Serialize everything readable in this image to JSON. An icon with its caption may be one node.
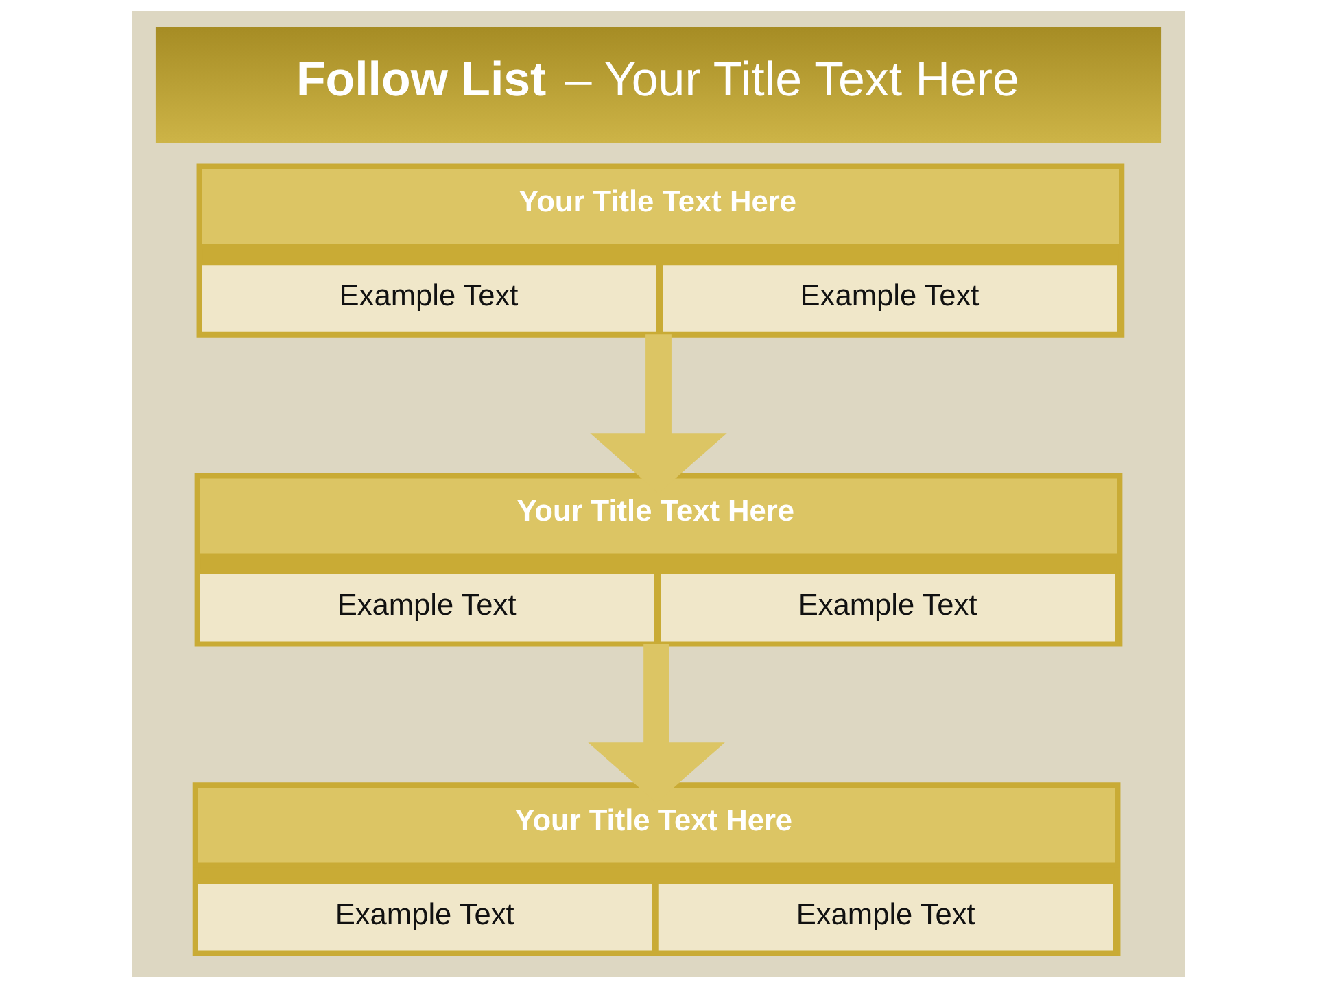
{
  "diagram": {
    "title": "**Follow List** – Your Title Text Here",
    "nodes": [
      {
        "text": [],
        "shape": "box"
      },
      {
        "text": [
          "Your Title Text Here"
        ],
        "in": 0
      },
      {
        "text": [
          "Example Text"
        ],
        "in": 0
      },
      {
        "text": [
          "Example Text"
        ],
        "in": 0
      },
      {
        "text": [],
        "shape": "box"
      },
      {
        "text": [
          "Your Title Text Here"
        ],
        "in": 4
      },
      {
        "text": [
          "Example Text"
        ],
        "in": 4
      },
      {
        "text": [
          "Example Text"
        ],
        "in": 4
      },
      {
        "text": [],
        "shape": "box"
      },
      {
        "text": [
          "Your Title Text Here"
        ],
        "in": 8
      },
      {
        "text": [
          "Example Text"
        ],
        "in": 8
      },
      {
        "text": [
          "Example Text"
        ],
        "in": 8
      }
    ],
    "edges": [
      {
        "from": 0,
        "to": 4,
        "arrow": "to"
      },
      {
        "from": 4,
        "to": 8,
        "arrow": "to"
      }
    ]
  }
}
